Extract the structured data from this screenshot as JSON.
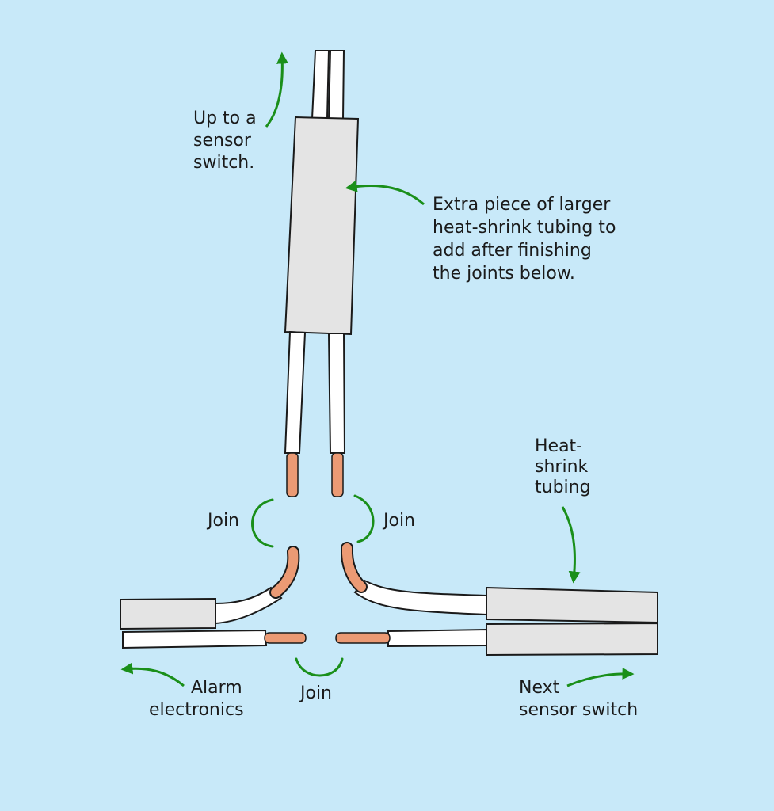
{
  "labels": {
    "up_to_sensor": [
      "Up to a",
      "sensor",
      "switch."
    ],
    "extra_piece": [
      "Extra piece of larger",
      "heat-shrink tubing to",
      "add after finishing",
      "the joints below."
    ],
    "heat_shrink": [
      "Heat-",
      "shrink",
      "tubing"
    ],
    "join_left": "Join",
    "join_right": "Join",
    "join_bottom": "Join",
    "alarm": [
      "Alarm",
      "electronics"
    ],
    "next_sensor": [
      "Next",
      "sensor switch"
    ]
  },
  "colors": {
    "background": "#c8e9f9",
    "tubing": "#e4e4e4",
    "wire_insulation": "#ffffff",
    "copper": "#eb9a74",
    "arrow": "#1a8f1a",
    "outline": "#1a1a1a"
  }
}
